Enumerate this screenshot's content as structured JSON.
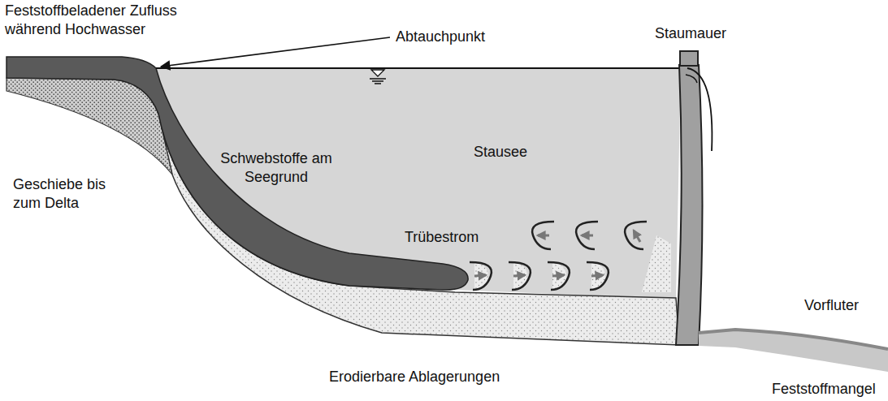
{
  "diagram": {
    "labels": [
      "Feststoffbeladener Zufluss während Hochwasser",
      "Abtauchpunkt",
      "Staumauer",
      "Stausee",
      "Schwebstoffe am Seegrund",
      "Geschiebe bis zum Delta",
      "Trübestrom",
      "Vorfluter",
      "Erodierbare Ablagerungen",
      "Feststoffmangel"
    ]
  }
}
